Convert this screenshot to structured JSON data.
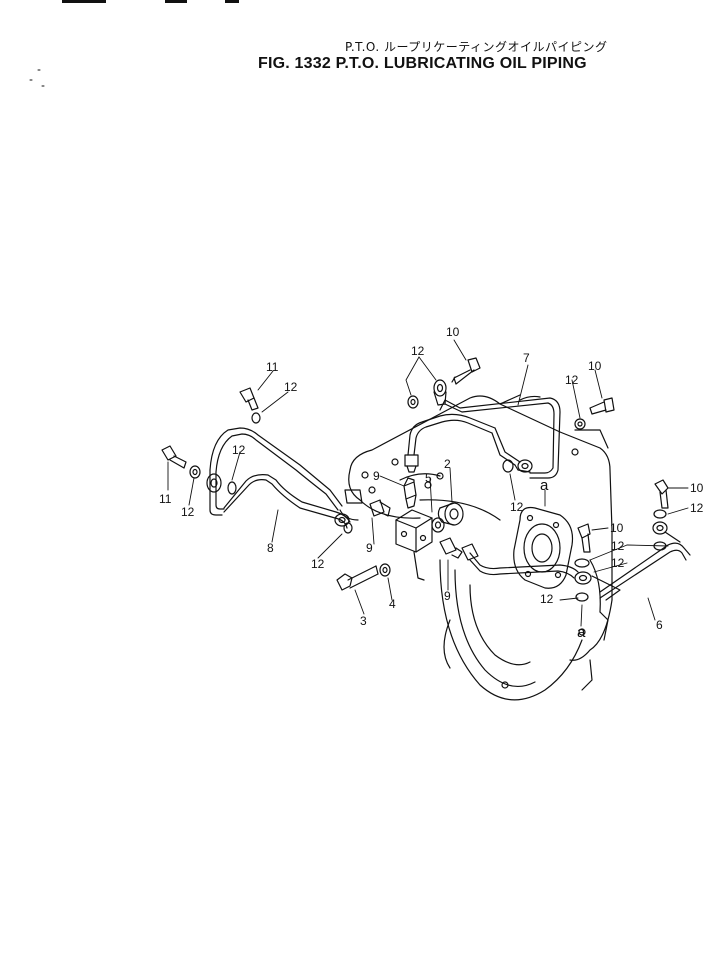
{
  "title_jp": "P.T.O. ループリケーティングオイルパイピング",
  "title_en": "FIG. 1332  P.T.O. LUBRICATING OIL PIPING",
  "callouts": {
    "c10a": "10",
    "c12a": "12",
    "c7": "7",
    "c12b": "12",
    "c10b": "10",
    "c11a": "11",
    "c12c": "12",
    "c12d": "12",
    "c11b": "11",
    "c12e": "12",
    "c9a": "9",
    "c5": "5",
    "c2": "2",
    "c12f": "12",
    "ca1": "a",
    "c10c": "10",
    "c12g": "12",
    "c8": "8",
    "c9b": "9",
    "c12h": "12",
    "c10d": "10",
    "c12i": "12",
    "c12j": "12",
    "c3": "3",
    "c4": "4",
    "c9c": "9",
    "c12k": "12",
    "ca2": "a",
    "c6": "6"
  }
}
